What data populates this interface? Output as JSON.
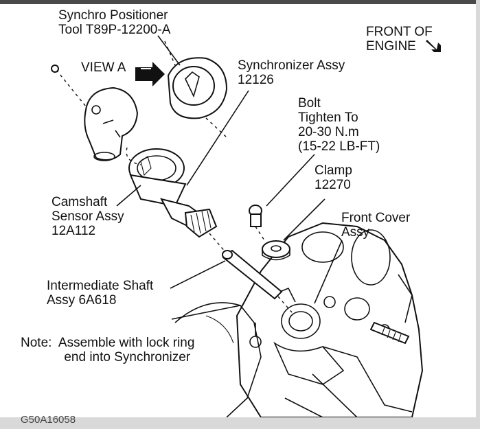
{
  "labels": {
    "synchro_tool": "Synchro Positioner\nTool T89P-12200-A",
    "front_of_engine": "FRONT OF\nENGINE",
    "view_a": "VIEW A",
    "synchronizer_assy": "Synchronizer Assy\n12126",
    "bolt": "Bolt\nTighten To\n20-30 N.m\n(15-22 LB-FT)",
    "clamp": "Clamp\n12270",
    "camshaft_sensor": "Camshaft\nSensor Assy\n12A112",
    "front_cover": "Front Cover\nAssy",
    "intermediate_shaft": "Intermediate Shaft\nAssy 6A618",
    "note": "Note:  Assemble with lock ring\n            end into Synchronizer",
    "figure_id": "G50A16058"
  },
  "icons": {
    "direction_arrow": "arrow-down-right-icon",
    "view_arrow": "arrow-right-icon"
  },
  "colors": {
    "ink": "#111111",
    "background": "#ffffff",
    "border_bar": "#4a4a4a"
  }
}
